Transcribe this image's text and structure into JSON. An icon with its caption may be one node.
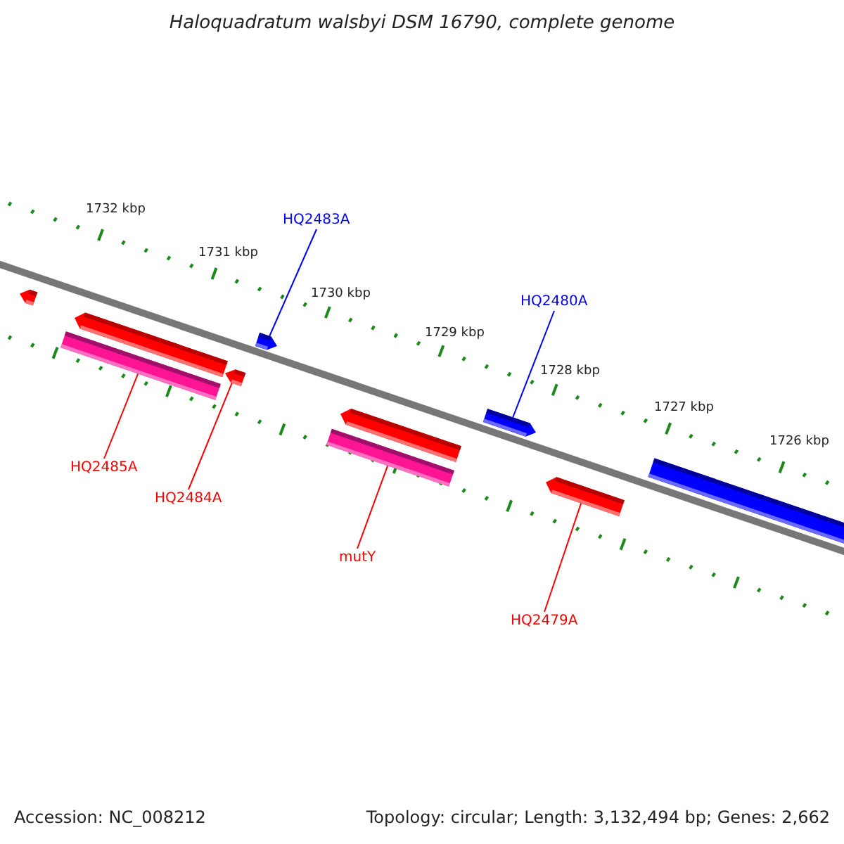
{
  "diagram": {
    "title": "Haloquadratum walsbyi DSM 16790, complete genome",
    "nodes": [
      {
        "text": [
          "HQ2483A"
        ]
      },
      {
        "text": [
          "HQ2480A"
        ]
      },
      {
        "text": [
          "HQ2485A"
        ]
      },
      {
        "text": [
          "HQ2484A"
        ]
      },
      {
        "text": [
          "mutY"
        ]
      },
      {
        "text": [
          "HQ2479A"
        ]
      },
      {
        "text": [],
        "shape": "pentagon"
      },
      {
        "text": [],
        "shape": "pentagon"
      },
      {
        "text": [],
        "shape": "bar"
      },
      {
        "text": [],
        "shape": "pentagon"
      },
      {
        "text": [],
        "shape": "pentagon"
      },
      {
        "text": [],
        "shape": "pentagon"
      },
      {
        "text": [],
        "shape": "bar"
      },
      {
        "text": [],
        "shape": "pentagon"
      },
      {
        "text": [],
        "shape": "pentagon"
      },
      {
        "text": [],
        "shape": "bar"
      }
    ],
    "edges": [
      {
        "from": 0,
        "to": 10,
        "arrow": "none",
        "color": "#0000ff"
      },
      {
        "from": 1,
        "to": 13,
        "arrow": "none",
        "color": "#0000ff"
      },
      {
        "from": 2,
        "to": 8,
        "arrow": "none"
      },
      {
        "from": 3,
        "to": 9,
        "arrow": "none"
      },
      {
        "from": 4,
        "to": 12,
        "arrow": "none"
      },
      {
        "from": 5,
        "to": 14,
        "arrow": "none"
      }
    ],
    "labels": [
      "1732 kbp",
      "1731 kbp",
      "1730 kbp",
      "1729 kbp",
      "1728 kbp",
      "1727 kbp",
      "1726 kbp",
      "Accession: NC_008212",
      "Topology: circular; Length: 3,132,494 bp; Genes: 2,662"
    ]
  }
}
